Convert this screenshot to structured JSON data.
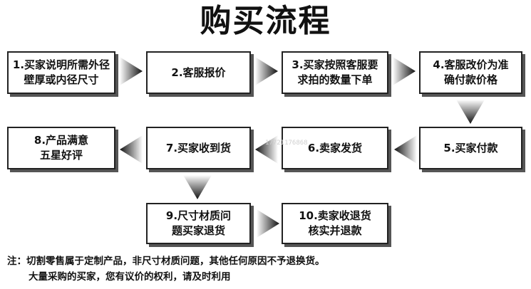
{
  "title": "购买流程",
  "steps": [
    {
      "id": 1,
      "label": "1.买家说明所需外径\n壁厚或内径尺寸"
    },
    {
      "id": 2,
      "label": "2.客服报价"
    },
    {
      "id": 3,
      "label": "3.买家按照客服要\n求拍的数量下单"
    },
    {
      "id": 4,
      "label": "4.客服改价为准\n确付款价格"
    },
    {
      "id": 5,
      "label": "5.买家付款"
    },
    {
      "id": 6,
      "label": "6.卖家发货"
    },
    {
      "id": 7,
      "label": "7.买家收到货"
    },
    {
      "id": 8,
      "label": "8.产品满意\n五星好评"
    },
    {
      "id": 9,
      "label": "9.尺寸材质问\n题买家退货"
    },
    {
      "id": 10,
      "label": "10.卖家收退货\n核实并退款"
    }
  ],
  "note": {
    "line1": "注：切割零售属于定制产品，非尺寸材质问题，其他任何原因不予退换货。",
    "line2": "大量采购的买家，您有议价的权利，请及时利用"
  },
  "watermark": "17721176868",
  "colors": {
    "box_border": "#222222",
    "arrow_dark": "#111111",
    "arrow_light": "#ffffff"
  }
}
